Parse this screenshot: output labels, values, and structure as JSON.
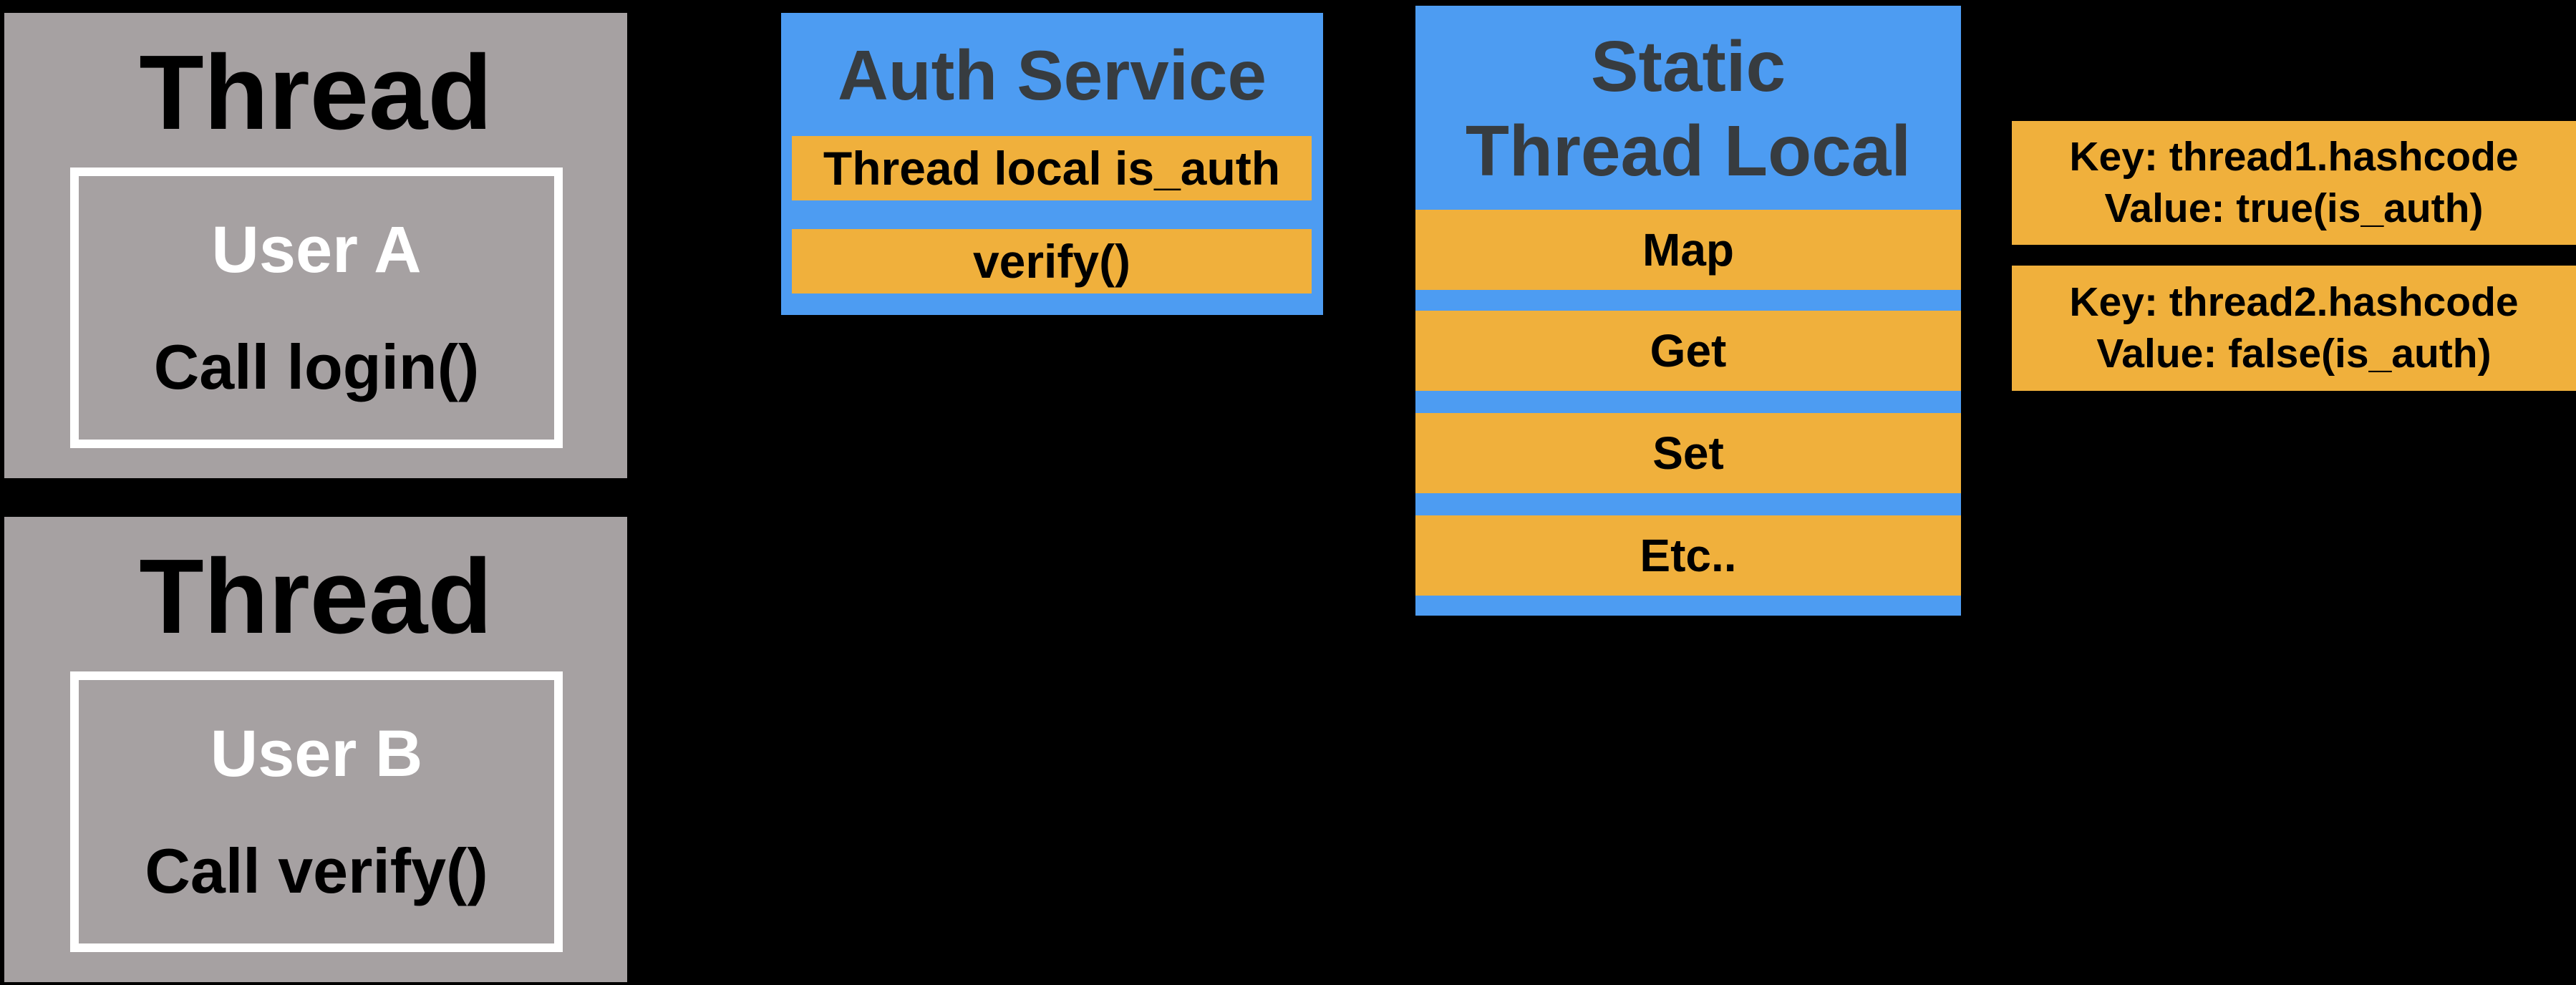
{
  "colors": {
    "background": "#000000",
    "thread_box_gray": "#A6A1A2",
    "service_box_blue": "#4D9CF2",
    "bar_orange": "#F0B03C",
    "title_dark": "#373C40",
    "text_white": "#FFFFFF",
    "text_black": "#000000"
  },
  "threads": [
    {
      "title": "Thread",
      "user": "User A",
      "action": "Call login()"
    },
    {
      "title": "Thread",
      "user": "User B",
      "action": "Call verify()"
    }
  ],
  "auth_service": {
    "title": "Auth Service",
    "items": [
      "Thread local is_auth",
      "verify()"
    ]
  },
  "static_thread_local": {
    "title_line1": "Static",
    "title_line2": "Thread Local",
    "items": [
      "Map",
      "Get",
      "Set",
      "Etc.."
    ]
  },
  "entries": [
    {
      "line1": "Key: thread1.hashcode",
      "line2": "Value: true(is_auth)"
    },
    {
      "line1": "Key: thread2.hashcode",
      "line2": "Value: false(is_auth)"
    }
  ]
}
